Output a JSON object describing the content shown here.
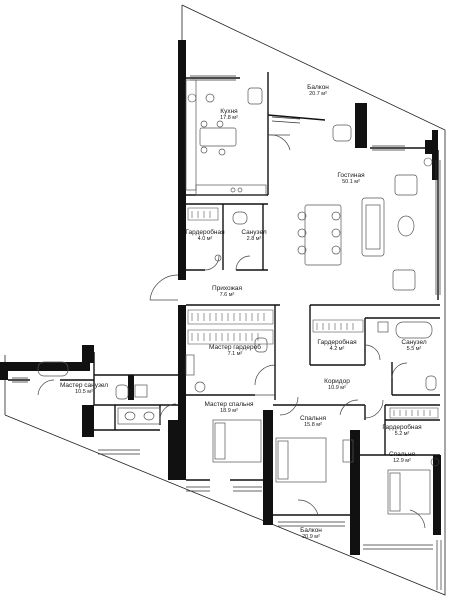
{
  "plan": {
    "colors": {
      "wall": "#111111",
      "line": "#222222",
      "furniture": "#555555",
      "fill": "#ffffff"
    },
    "rooms": [
      {
        "id": "balcony-top",
        "name": "Балкон",
        "area": "20.7 м²"
      },
      {
        "id": "kitchen",
        "name": "Кухня",
        "area": "17.8 м²"
      },
      {
        "id": "living",
        "name": "Гостиная",
        "area": "50.1 м²"
      },
      {
        "id": "wardrobe-1",
        "name": "Гардеробная",
        "area": "4.0 м²"
      },
      {
        "id": "bath-small",
        "name": "Санузел",
        "area": "2.8 м²"
      },
      {
        "id": "hall",
        "name": "Прихожая",
        "area": "7.6 м²"
      },
      {
        "id": "master-wardrobe",
        "name": "Мастер гардероб",
        "area": "7.1 м²"
      },
      {
        "id": "wardrobe-2",
        "name": "Гардеробная",
        "area": "4.2 м²"
      },
      {
        "id": "bath-2",
        "name": "Санузел",
        "area": "5.5 м²"
      },
      {
        "id": "master-bath",
        "name": "Мастер санузел",
        "area": "10.5 м²"
      },
      {
        "id": "corridor",
        "name": "Коридор",
        "area": "10.9 м²"
      },
      {
        "id": "master-bedroom",
        "name": "Мастер спальня",
        "area": "18.9 м²"
      },
      {
        "id": "bedroom-1",
        "name": "Спальня",
        "area": "15.8 м²"
      },
      {
        "id": "wardrobe-3",
        "name": "Гардеробная",
        "area": "5.2 м²"
      },
      {
        "id": "bedroom-2",
        "name": "Спальня",
        "area": "12.9 м²"
      },
      {
        "id": "balcony-bottom",
        "name": "Балкон",
        "area": "20.9 м²"
      }
    ]
  }
}
